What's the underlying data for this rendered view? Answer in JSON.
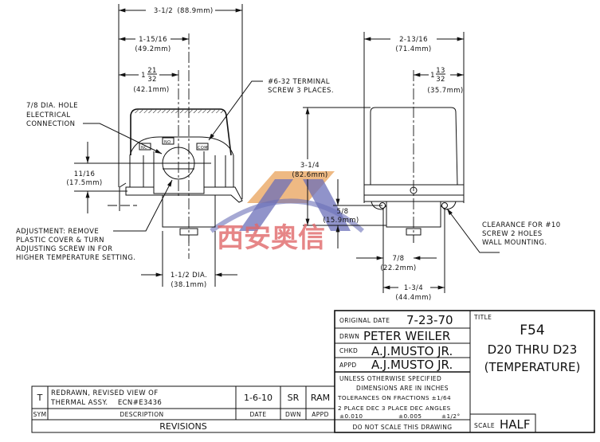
{
  "left_view": {
    "overall_width": {
      "frac": "3-1/2",
      "mm": "(88.9mm)"
    },
    "center_offset": {
      "frac": "1-15/16",
      "mm": "(49.2mm)"
    },
    "hole_offset": {
      "whole": "1",
      "num": "21",
      "den": "32",
      "mm": "(42.1mm)"
    },
    "height_offset": {
      "frac": "11/16",
      "mm": "(17.5mm)"
    },
    "diameter": {
      "frac": "1-1/2 DIA.",
      "mm": "(38.1mm)"
    },
    "hole_note": [
      "7/8 DIA. HOLE",
      "ELECTRICAL",
      "CONNECTION"
    ],
    "terminal_note": [
      "#6-32 TERMINAL",
      "SCREW 3 PLACES."
    ],
    "adjust_note": [
      "ADJUSTMENT: REMOVE",
      "PLASTIC COVER & TURN",
      "ADJUSTING SCREW IN FOR",
      "HIGHER TEMPERATURE SETTING."
    ],
    "terminal_labels": [
      "NC",
      "NO",
      "COM"
    ]
  },
  "right_view": {
    "overall_width": {
      "frac": "2-13/16",
      "mm": "(71.4mm)"
    },
    "center_offset": {
      "whole": "1",
      "num": "13",
      "den": "32",
      "mm": "(35.7mm)"
    },
    "height": {
      "frac": "3-1/4",
      "mm": "(82.6mm)"
    },
    "base_height": {
      "frac": "5/8",
      "mm": "(15.9mm)"
    },
    "half_spacing": {
      "frac": "7/8",
      "mm": "(22.2mm)"
    },
    "hole_spacing": {
      "frac": "1-3/4",
      "mm": "(44.4mm)"
    },
    "clearance_note": [
      "CLEARANCE FOR #10",
      "SCREW 2 HOLES",
      "WALL MOUNTING."
    ]
  },
  "watermark": {
    "text": "西安奥信",
    "colors": {
      "orange": "#e8a15a",
      "blue": "#6b6fb8",
      "red": "#e0686a"
    }
  },
  "title_block": {
    "original_date_label": "ORIGINAL DATE",
    "original_date": "7-23-70",
    "drwn_label": "DRWN",
    "drwn": "PETER WEILER",
    "chkd_label": "CHKD",
    "chkd": "A.J.MUSTO JR.",
    "appd_label": "APPD",
    "appd": "A.J.MUSTO JR.",
    "notes": [
      "UNLESS OTHERWISE SPECIFIED",
      "DIMENSIONS ARE IN INCHES",
      "TOLERANCES ON FRACTIONS ±1/64"
    ],
    "tol_header": "2 PLACE DEC 3 PLACE DEC ANGLES",
    "tol_values": [
      "±0.010",
      "±0.005",
      "±1/2°"
    ],
    "do_not_scale": "DO NOT SCALE THIS DRAWING",
    "title_label": "TITLE",
    "title_lines": [
      "F54",
      "D20 THRU D23",
      "(TEMPERATURE)"
    ],
    "scale_label": "SCALE",
    "scale": "HALF"
  },
  "revisions": {
    "rows": [
      {
        "sym": "T",
        "description": [
          "REDRAWN, REVISED VIEW OF",
          "THERMAL ASSY.    ECN#E3436"
        ],
        "date": "1-6-10",
        "dwn": "SR",
        "appd": "RAM"
      }
    ],
    "headers": [
      "SYM",
      "DESCRIPTION",
      "DATE",
      "DWN",
      "APPD"
    ],
    "title": "REVISIONS"
  }
}
